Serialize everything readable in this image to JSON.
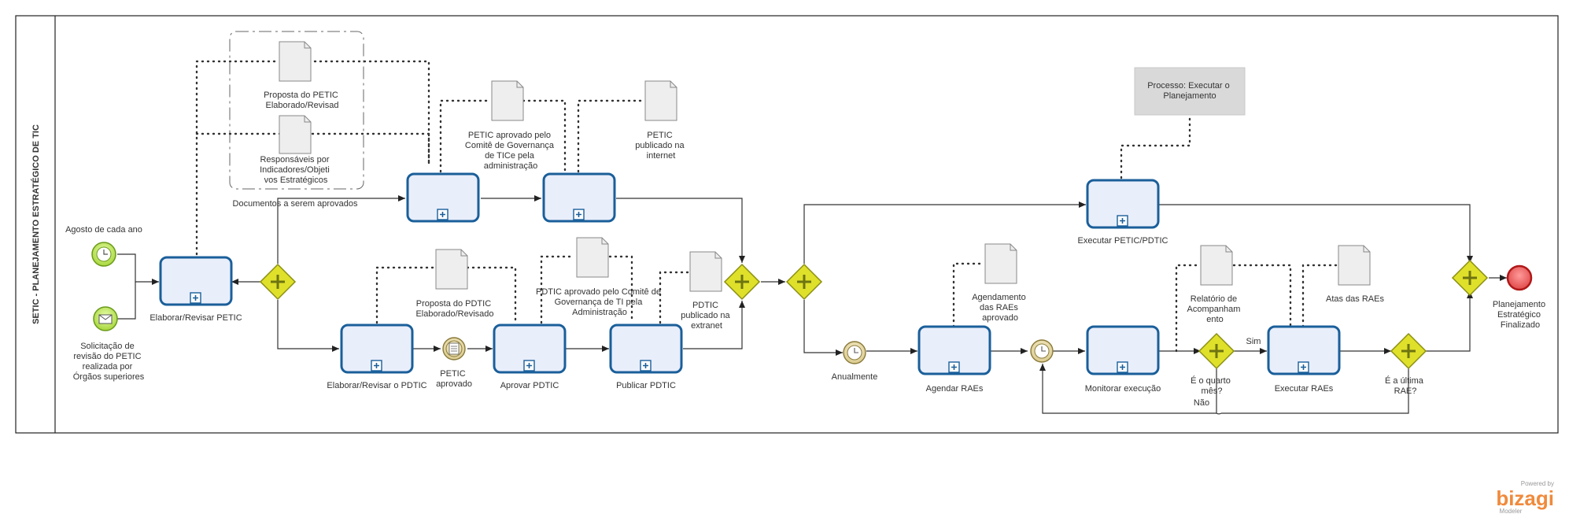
{
  "pool": {
    "lane_label": "SETIC - PLANEJAMENTO ESTRATÉGICO DE TIC"
  },
  "events": {
    "start_timer": "Agosto de  cada ano",
    "start_message": [
      "Solicitação de",
      "revisão do PETIC",
      "realizada por",
      "Órgãos superiores"
    ],
    "petic_aprovado": [
      "PETIC",
      "aprovado"
    ],
    "anualmente": "Anualmente",
    "end": [
      "Planejamento",
      "Estratégico",
      "Finalizado"
    ]
  },
  "tasks": {
    "elaborar_petic": "Elaborar/Revisar PETIC",
    "elaborar_pdtic": "Elaborar/Revisar o PDTIC",
    "aprovar_pdtic": "Aprovar PDTIC",
    "publicar_pdtic": "Publicar PDTIC",
    "executar_petic": "Executar PETIC/PDTIC",
    "agendar_raes": "Agendar RAEs",
    "monitorar": "Monitorar execução",
    "executar_raes": "Executar RAEs"
  },
  "documents": {
    "proposta_petic": [
      "Proposta do PETIC",
      "Elaborado/Revisad"
    ],
    "responsaveis": [
      "Responsáveis por",
      "Indicadores/Objeti",
      "vos Estratégicos"
    ],
    "group_label": "Documentos a serem aprovados",
    "petic_aprovado_comite": [
      "PETIC aprovado pelo",
      "Comitê de Governança",
      "de TICe pela",
      "administração"
    ],
    "petic_internet": [
      "PETIC",
      "publicado na",
      "internet"
    ],
    "proposta_pdtic": [
      "Proposta do PDTIC",
      "Elaborado/Revisado"
    ],
    "pdtic_aprovado": [
      "PDTIC aprovado pelo Comitê de",
      "Governança de TI pela",
      "Administração"
    ],
    "pdtic_extranet": [
      "PDTIC",
      "publicado na",
      "extranet"
    ],
    "agendamento": [
      "Agendamento",
      "das RAEs",
      "aprovado"
    ],
    "relatorio": [
      "Relatório de",
      "Acompanham",
      "ento"
    ],
    "atas": "Atas das RAEs"
  },
  "gateways": {
    "quarto_mes": [
      "É o quarto",
      "mês?"
    ],
    "ultima_rae": [
      "É a última",
      "RAE?"
    ],
    "sim": "Sim",
    "nao": "Não"
  },
  "annotation": [
    "Processo: Executar o",
    "Planejamento"
  ],
  "branding": {
    "powered": "Powered by",
    "name": "bizagi",
    "sub": "Modeler",
    "color": "#f08a3c"
  }
}
